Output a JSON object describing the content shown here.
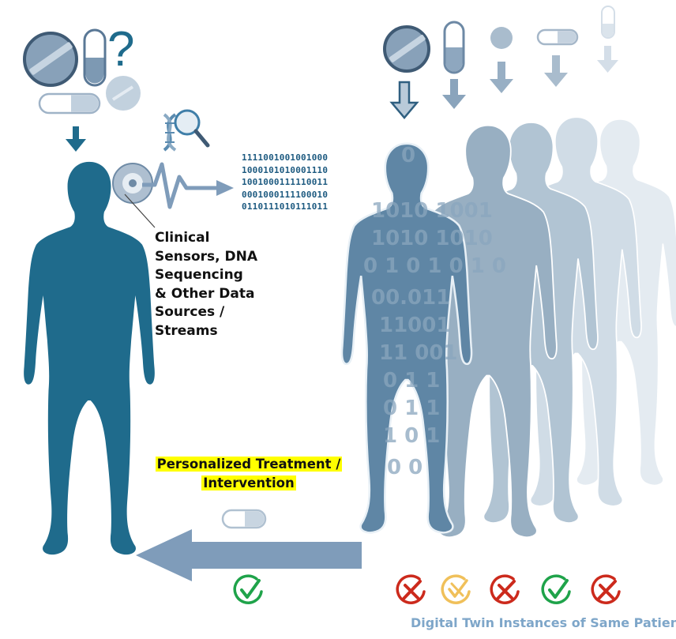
{
  "labels": {
    "sources": [
      "Clinical",
      "Sensors, DNA",
      "Sequencing",
      "& Other Data",
      "Sources /",
      "Streams"
    ],
    "treatment_line1": "Personalized Treatment /",
    "treatment_line2": "Intervention",
    "caption": "Digital Twin Instances of Same Patient",
    "question_mark": "?"
  },
  "binary_stream": [
    "1111001001001000",
    "1000101010001110",
    "1001000111110011",
    "0001000111100010",
    "0110111010111011"
  ],
  "twin_body_digits": [
    "0",
    "1010 1001",
    "1010 1010",
    "0 1 0 1 0 1 0",
    "00.011",
    "11001",
    "11 001",
    "0 1 1",
    "0 1 1",
    "1 0 1",
    "0 0"
  ],
  "outcomes": {
    "real_patient": "check",
    "twins": [
      "cross",
      "partial",
      "cross",
      "check",
      "cross"
    ]
  },
  "colors": {
    "patient_body": "#1f6b8c",
    "twin_body": "#5f86a5",
    "arrow": "#7f9cba",
    "check_green": "#1fa34a",
    "cross_red": "#cc2a1c",
    "partial_orange": "#f0c05a",
    "highlight": "#ffff00",
    "caption_text": "#7ea6c9"
  }
}
